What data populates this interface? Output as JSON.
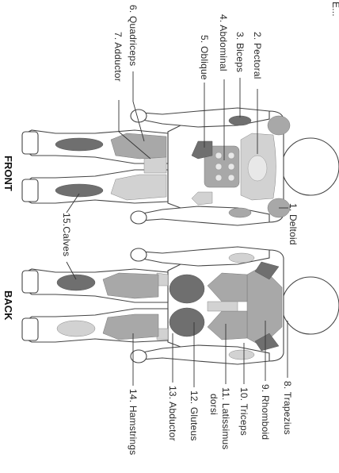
{
  "header": {
    "corner_text": "E..."
  },
  "views": {
    "front": "FRONT",
    "back": "BACK"
  },
  "labels": {
    "l1": "1. Deltoid",
    "l2": "2. Pectoral",
    "l3": "3. Biceps",
    "l4": "4. Abdominal",
    "l5": "5. Oblique",
    "l6": "6. Quadriceps",
    "l7": "7. Adductor",
    "l8": "8. Trapezius",
    "l9": "9. Rhomboid",
    "l10": "10. Triceps",
    "l11a": "11. Latissimus",
    "l11b": "dorsi",
    "l12": "12. Gluteus",
    "l13": "13. Abductor",
    "l14": "14. Hamstrings",
    "l15": "15.Calves"
  },
  "colors": {
    "light": "#d2d2d2",
    "mid": "#a8a8a8",
    "dark": "#6f6f6f",
    "outline": "#444444"
  }
}
